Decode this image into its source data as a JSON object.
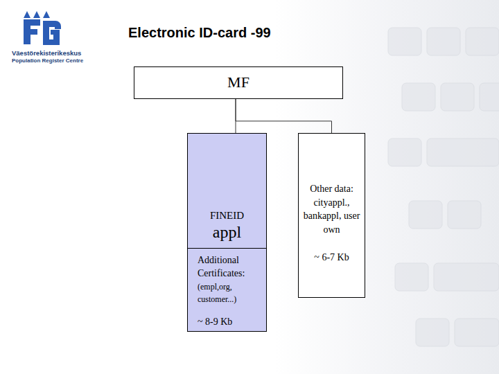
{
  "diagram": {
    "title": "Electronic ID-card -99",
    "nodes": [
      {
        "text": [
          "MF"
        ]
      },
      {
        "text": [
          "FINEID",
          "appl",
          "Additional Certificates:",
          "(empl,org, customer...)",
          "~ 8-9 Kb"
        ]
      },
      {
        "text": [
          "Other data: cityappl., bankappl, user own",
          "~ 6-7 Kb"
        ]
      }
    ],
    "edges": [
      {
        "from": 0,
        "to": 1,
        "arrow": "none"
      },
      {
        "from": 0,
        "to": 2,
        "arrow": "none"
      }
    ],
    "labels": [
      "Väestörekisterikeskus",
      "Population Register Centre"
    ]
  }
}
